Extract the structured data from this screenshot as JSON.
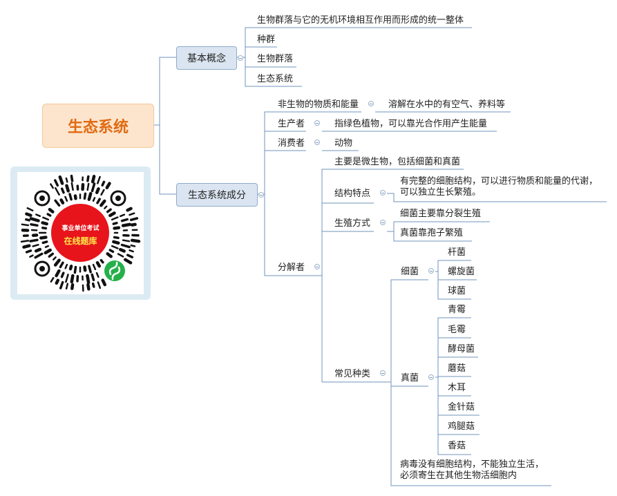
{
  "root": {
    "label": "生态系统"
  },
  "basic": {
    "label": "基本概念",
    "items": [
      "生物群落与它的无机环境相互作用而形成的统一整体",
      "种群",
      "生物群落",
      "生态系统"
    ]
  },
  "components": {
    "label": "生态系统成分",
    "nonliving": {
      "label": "非生物的物质和能量",
      "detail": "溶解在水中的有空气、养料等"
    },
    "producer": {
      "label": "生产者",
      "detail": "指绿色植物，可以靠光合作用产生能量"
    },
    "consumer": {
      "label": "消费者",
      "detail": "动物"
    },
    "decomposer": {
      "label": "分解者",
      "main": "主要是微生物，包括细菌和真菌",
      "structure": {
        "label": "结构特点",
        "detail": "有完整的细胞结构，可以进行物质和能量的代谢，可以独立生长繁殖。"
      },
      "reproduction": {
        "label": "生殖方式",
        "items": [
          "细菌主要靠分裂生殖",
          "真菌靠孢子繁殖"
        ]
      },
      "types": {
        "label": "常见种类",
        "bacteria": {
          "label": "细菌",
          "items": [
            "杆菌",
            "螺旋菌",
            "球菌"
          ]
        },
        "fungi": {
          "label": "真菌",
          "items": [
            "青霉",
            "毛霉",
            "酵母菌",
            "蘑菇",
            "木耳",
            "金针菇",
            "鸡腿菇",
            "香菇"
          ]
        },
        "virus": "病毒没有细胞结构，不能独立生活，必须寄生在其他生物活细胞内"
      }
    }
  },
  "qr": {
    "line1": "事业单位考试",
    "line2": "在线题库"
  },
  "colors": {
    "line": "#6f93bd",
    "root_text": "#e06a12",
    "root_bg": "#fde5cd",
    "node_bg": "#dbe5f1",
    "qr_red": "#e8141b"
  }
}
